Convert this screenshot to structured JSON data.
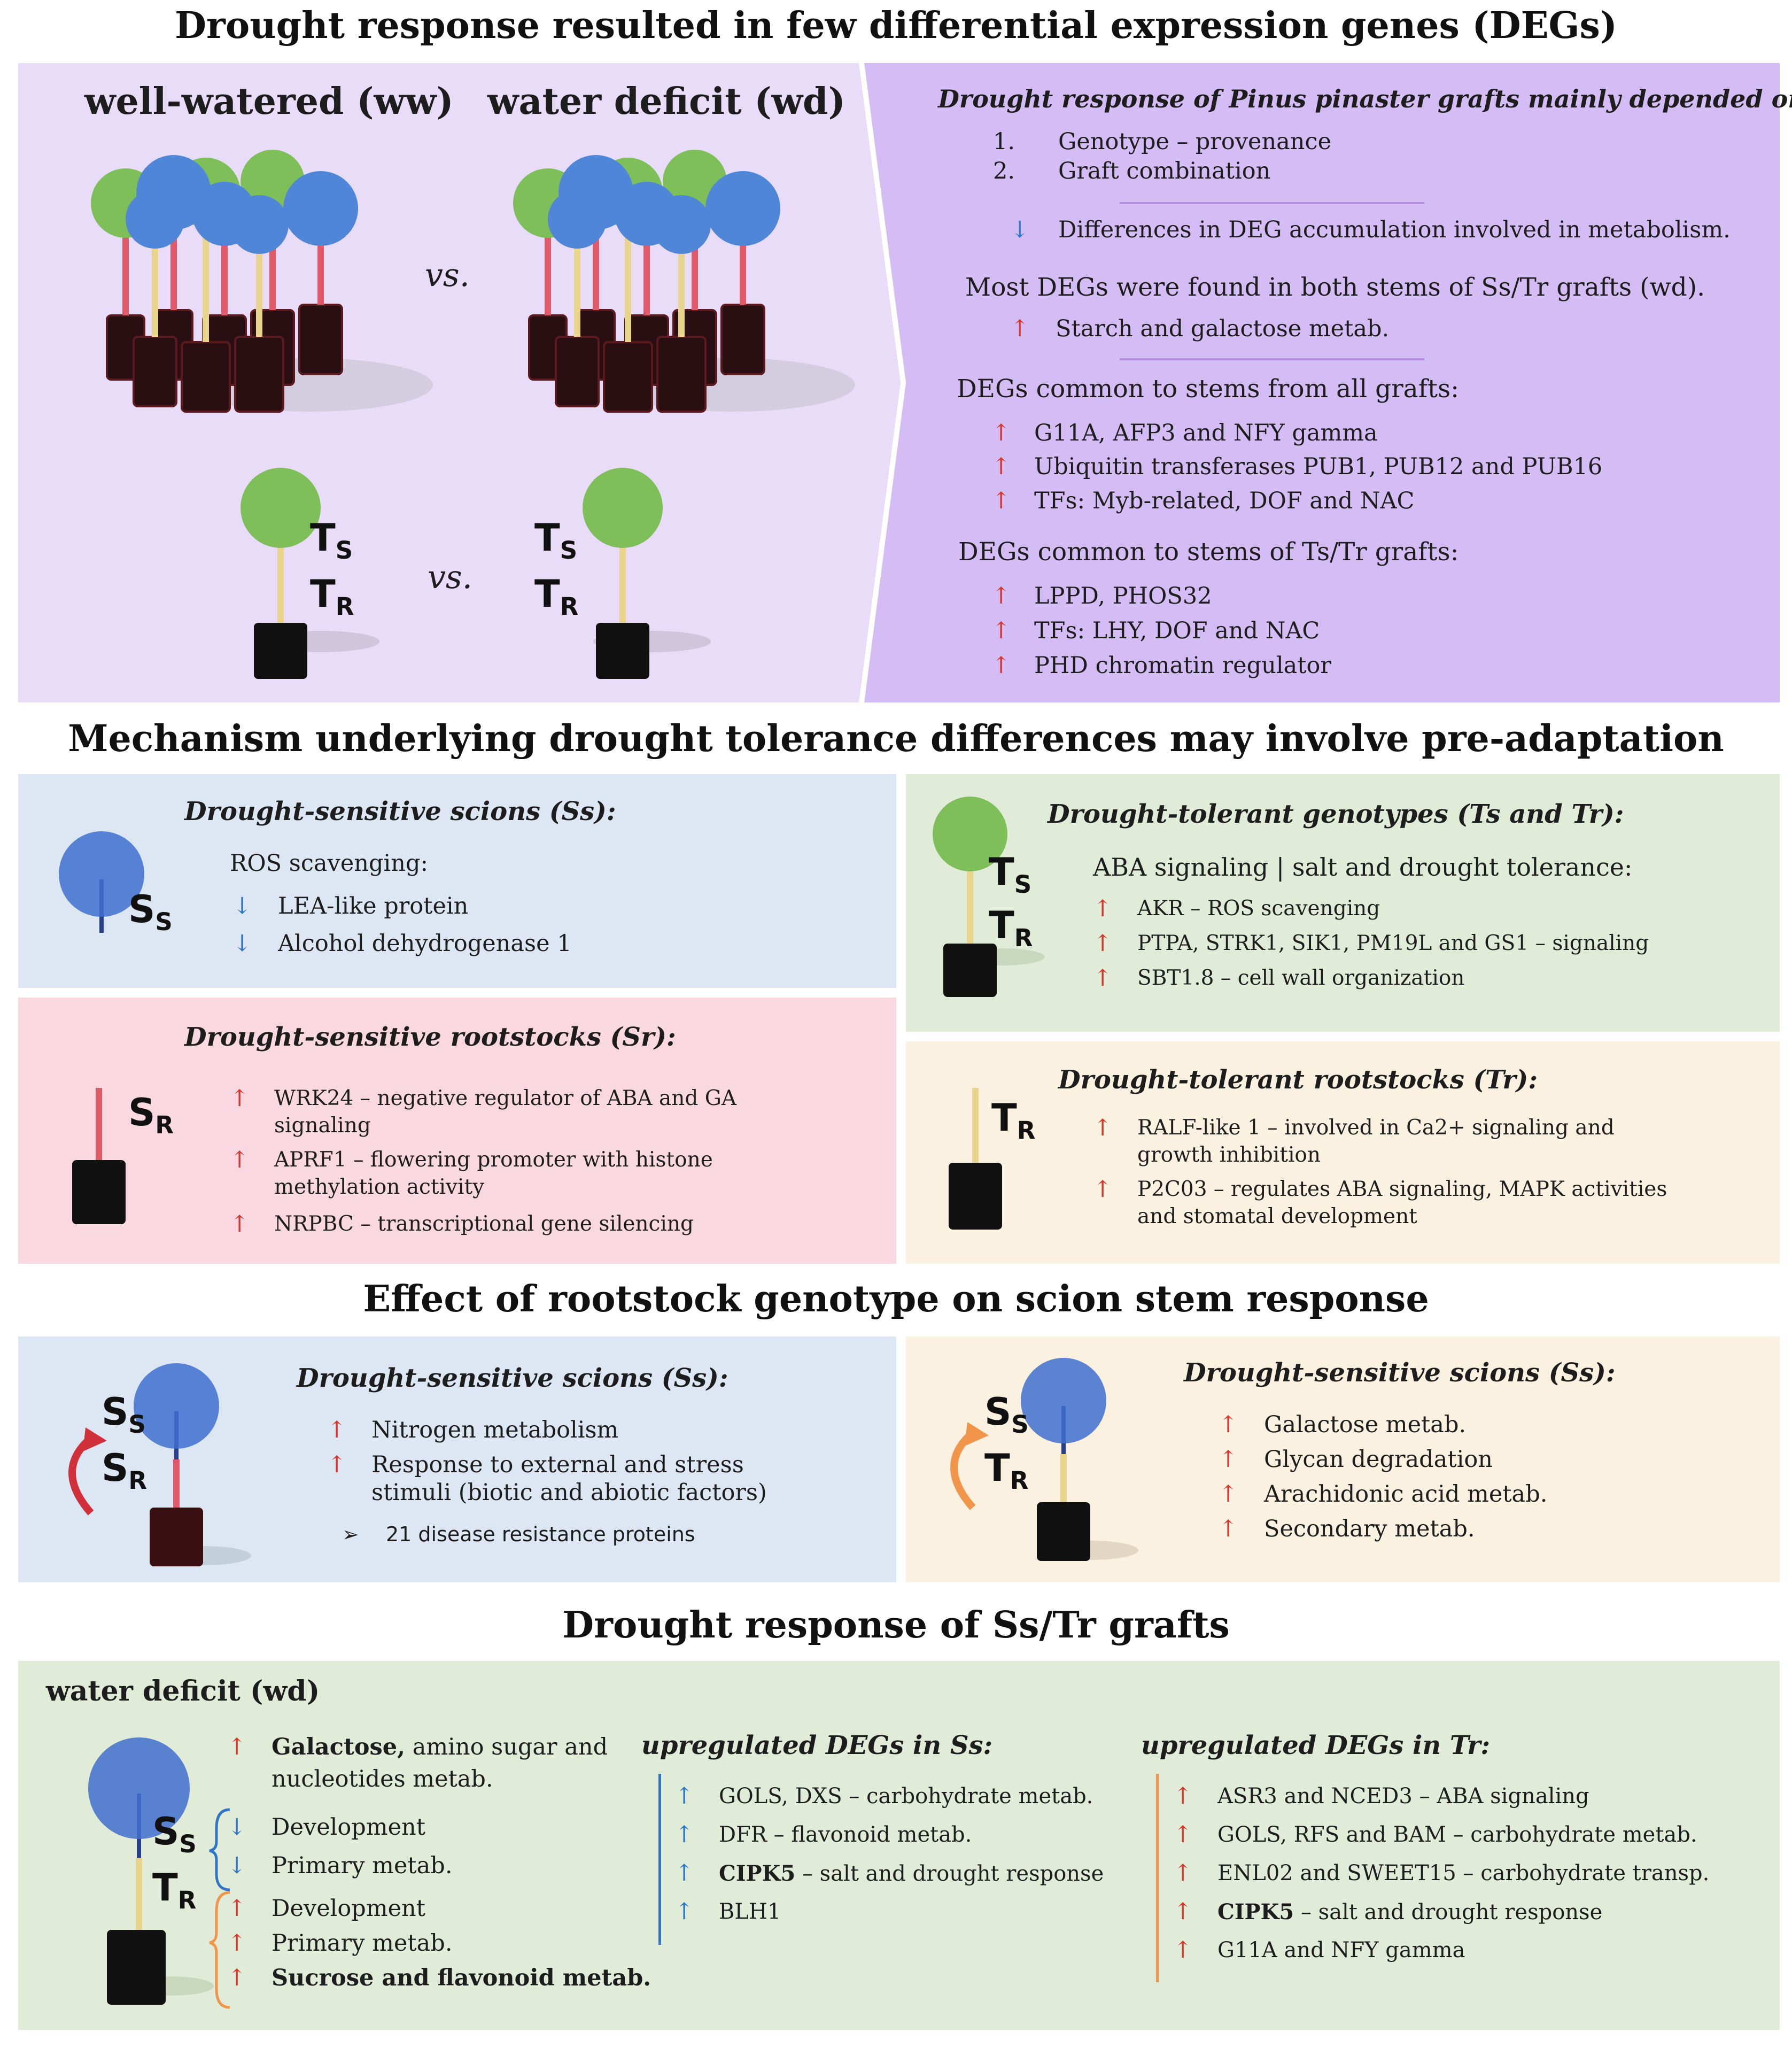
{
  "s1": {
    "title": "Drought response resulted in few differential expression genes (DEGs)",
    "ww_label": "well-watered (ww)",
    "wd_label": "water deficit (wd)",
    "vs": "vs.",
    "ts": "TS",
    "tr": "TR",
    "main_heading": "Drought response of Pinus pinaster grafts mainly depended on:",
    "n1": "1.",
    "dep1": "Genotype  –  provenance",
    "n2": "2.",
    "dep2": "Graft combination",
    "diff": "Differences in DEG accumulation involved in metabolism.",
    "most": "Most DEGs were found in both stems of Ss/Tr grafts (wd).",
    "starch": "Starch and galactose metab.",
    "common_all": "DEGs common to stems from all grafts:",
    "ca1": "G11A, AFP3 and NFY gamma",
    "ca2": "Ubiquitin transferases PUB1, PUB12 and PUB16",
    "ca3": "TFs: Myb-related, DOF and NAC",
    "common_t": "DEGs common to stems of Ts/Tr grafts:",
    "ct1": "LPPD, PHOS32",
    "ct2": "TFs: LHY, DOF and NAC",
    "ct3": "PHD chromatin regulator"
  },
  "s2": {
    "title": "Mechanism underlying drought tolerance differences may involve pre-adaptation",
    "ss_title": "Drought-sensitive scions (Ss):",
    "ss_sub": "ROS scavenging:",
    "ss1": "LEA-like protein",
    "ss2": "Alcohol dehydrogenase 1",
    "sr_title": "Drought-sensitive rootstocks (Sr):",
    "sr1a": "WRK24 – negative regulator of ABA and GA",
    "sr1b": "signaling",
    "sr2a": "APRF1 – flowering promoter with histone",
    "sr2b": "methylation activity",
    "sr3": "NRPBC – transcriptional gene silencing",
    "tg_title": "Drought-tolerant genotypes (Ts and Tr):",
    "tg_sub": "ABA signaling  |  salt and drought tolerance:",
    "tg1": "AKR – ROS scavenging",
    "tg2": "PTPA, STRK1, SIK1, PM19L and GS1 – signaling",
    "tg3": "SBT1.8 – cell wall organization",
    "tr_title": "Drought-tolerant rootstocks (Tr):",
    "tr1a": "RALF-like 1 – involved in Ca2+ signaling and",
    "tr1b": "growth inhibition",
    "tr2a": "P2C03 – regulates ABA signaling, MAPK activities",
    "tr2b": "and stomatal development",
    "ss_lbl": "SS",
    "sr_lbl": "SR",
    "ts_lbl": "TS",
    "tr_lbl": "TR"
  },
  "s3": {
    "title": "Effect of rootstock genotype on scion stem response",
    "left_title": "Drought-sensitive scions (Ss):",
    "l1": "Nitrogen metabolism",
    "l2a": "Response  to external and stress",
    "l2b": "stimuli (biotic and abiotic factors)",
    "l3": "21 disease resistance proteins",
    "right_title": "Drought-sensitive scions (Ss):",
    "r1": "Galactose metab.",
    "r2": "Glycan degradation",
    "r3": "Arachidonic acid metab.",
    "r4": "Secondary metab."
  },
  "s4": {
    "title": "Drought response of Ss/Tr grafts",
    "wd": "water deficit (wd)",
    "g1b": "Galactose,",
    "g1": " amino sugar and",
    "g1c": "nucleotides metab.",
    "dev": "Development",
    "prim": "Primary metab.",
    "dev2": "Development",
    "prim2": "Primary metab.",
    "suc": "Sucrose and flavonoid metab.",
    "ss_head": "upregulated DEGs in Ss:",
    "s1": "GOLS, DXS – carbohydrate metab.",
    "s2": "DFR – flavonoid metab.",
    "s3b": "CIPK5",
    "s3": " – salt and drought response",
    "s4": "BLH1",
    "tr_head": "upregulated DEGs in Tr:",
    "t1": "ASR3 and NCED3 – ABA signaling",
    "t2": "GOLS, RFS and BAM – carbohydrate metab.",
    "t3": "ENL02 and SWEET15 – carbohydrate transp.",
    "t4b": "CIPK5",
    "t4": " – salt and drought response",
    "t5": "G11A and NFY gamma"
  },
  "colors": {
    "up_arrow": "#d9362c",
    "down_arrow": "#2f76c7",
    "lilac": "#e8dcf8",
    "purple": "#d4bcf4",
    "blue": "#dde7f3",
    "pink": "#fad8e1",
    "green": "#e1ecd8",
    "cream": "#fbf1e0"
  }
}
